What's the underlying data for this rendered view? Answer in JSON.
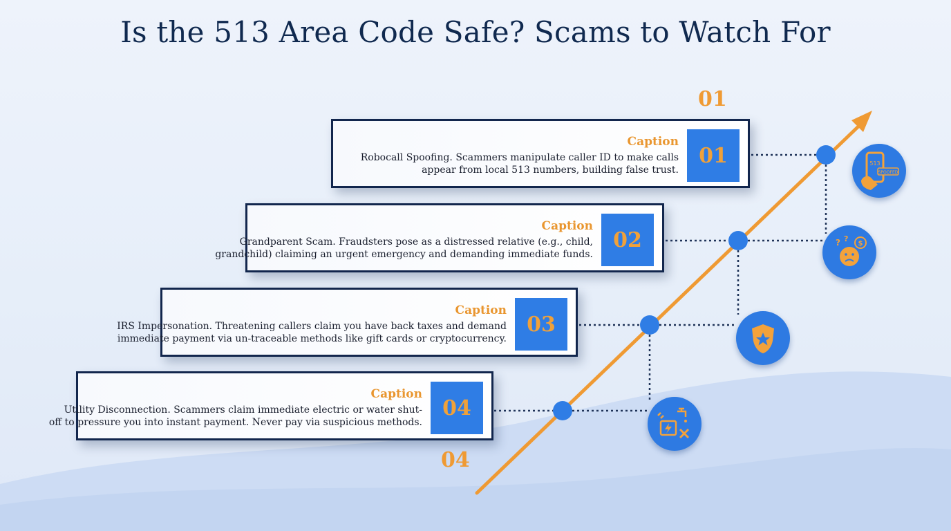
{
  "title": "Is the 513 Area Code Safe? Scams to Watch For",
  "top_number": "01",
  "bottom_number": "04",
  "steps": [
    {
      "number": "01",
      "caption": "Caption",
      "line1": "Robocall Spoofing. Scammers manipulate caller ID to make calls",
      "line2": "appear from local 513 numbers, building false trust.",
      "icon": "phone-spoof-icon",
      "icon_text": "513",
      "icon_badge": "SPOOFED"
    },
    {
      "number": "02",
      "caption": "Caption",
      "line1": "Grandparent Scam. Fraudsters pose as a distressed relative (e.g., child,",
      "line2": "grandchild) claiming an urgent emergency and demanding immediate funds.",
      "icon": "worried-face-money-icon"
    },
    {
      "number": "03",
      "caption": "Caption",
      "line1": "IRS Impersonation. Threatening callers claim you have back taxes and demand",
      "line2": "immediate payment via un-traceable methods like gift cards or cryptocurrency.",
      "icon": "police-badge-icon"
    },
    {
      "number": "04",
      "caption": "Caption",
      "line1": "Utility Disconnection. Scammers claim immediate electric or water shut-",
      "line2": "off to pressure you into instant payment. Never pay via suspicious methods.",
      "icon": "utility-shutoff-icon"
    }
  ],
  "colors": {
    "navy": "#12264d",
    "blue": "#2f7de5",
    "orange": "#ef9a33"
  }
}
